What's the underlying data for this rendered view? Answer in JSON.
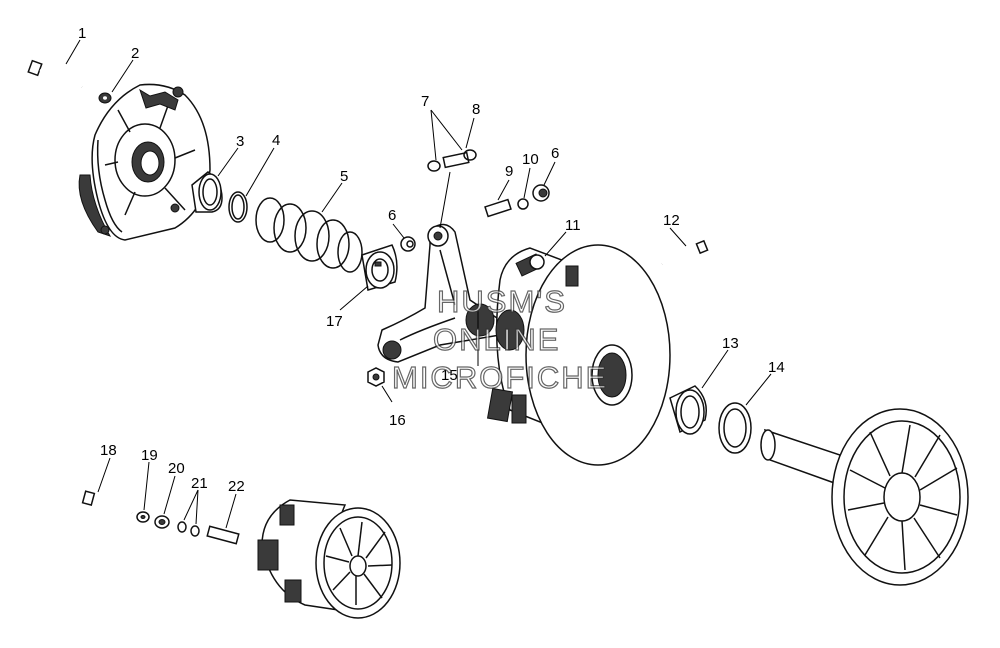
{
  "callouts": [
    "1",
    "2",
    "3",
    "4",
    "5",
    "6",
    "6",
    "7",
    "8",
    "9",
    "10",
    "11",
    "12",
    "13",
    "14",
    "15",
    "16",
    "17",
    "18",
    "19",
    "20",
    "21",
    "22"
  ],
  "watermark": [
    "HUSM'S",
    "ONLINE",
    "MICROFICHE"
  ],
  "colors": {
    "ink": "#111111",
    "background": "#ffffff",
    "shade": "#3a3a3a"
  }
}
